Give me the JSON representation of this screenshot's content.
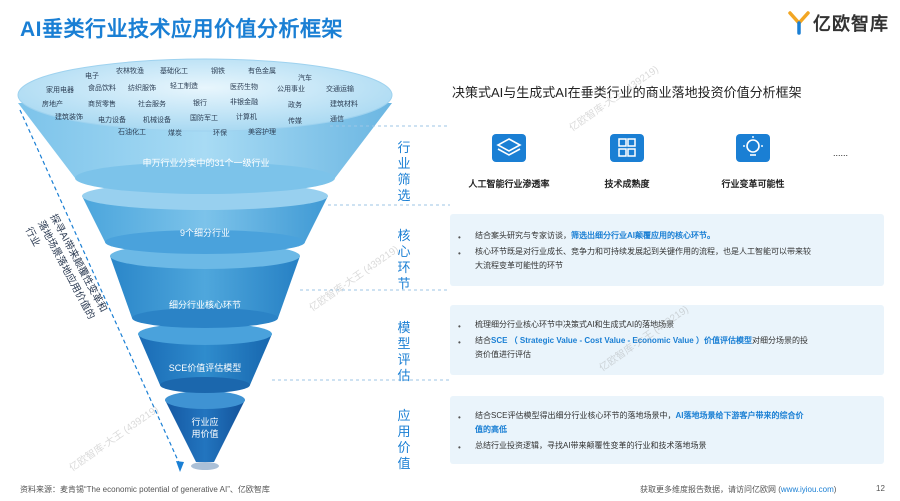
{
  "title": "AI垂类行业技术应用价值分析框架",
  "logo": {
    "text": "亿欧智库"
  },
  "industries": [
    "电子",
    "农林牧渔",
    "基础化工",
    "钢铁",
    "有色金属",
    "汽车",
    "家用电器",
    "食品饮料",
    "纺织服饰",
    "轻工制造",
    "医药生物",
    "公用事业",
    "交通运输",
    "房地产",
    "商贸零售",
    "社会服务",
    "银行",
    "非银金融",
    "政务",
    "建筑材料",
    "建筑装饰",
    "电力设备",
    "机械设备",
    "国防军工",
    "计算机",
    "传媒",
    "通信",
    "石油化工",
    "煤炭",
    "环保",
    "美容护理"
  ],
  "funnel": {
    "level1": "申万行业分类中的31个一级行业",
    "level2": "9个细分行业",
    "level3": "细分行业核心环节",
    "level4": "SCE价值评估模型",
    "level5_line1": "行业应",
    "level5_line2": "用价值"
  },
  "side_text": "探寻AI带来颠覆性变革和落地场景落地应用价值的行业",
  "section_title": "决策式AI与生成式AI在垂类行业的商业落地投资价值分析框架",
  "rows": {
    "screening": {
      "label": "行业筛选"
    },
    "core": {
      "label": "核心环节"
    },
    "model": {
      "label": "模型评估"
    },
    "value": {
      "label": "应用价值"
    }
  },
  "indicators": [
    {
      "label": "人工智能行业渗透率",
      "icon": "ai-penetration-icon"
    },
    {
      "label": "技术成熟度",
      "icon": "tech-maturity-icon"
    },
    {
      "label": "行业变革可能性",
      "icon": "light-bulb-icon"
    }
  ],
  "indicator_more": "......",
  "core_bullets": {
    "b1_pre": "结合案头研究与专家访谈，",
    "b1_hl": "筛选出细分行业AI颠覆应用的核心环节。",
    "b2_line1": "核心环节既是对行业成长、竞争力和可持续发展起到关键作用的流程，也是人工智能可以带来较",
    "b2_line2": "大流程变革可能性的环节"
  },
  "model_bullets": {
    "b1": "梳理细分行业核心环节中决策式AI和生成式AI的落地场景",
    "b2_pre": "结合",
    "b2_hl": "SCE （ Strategic Value - Cost Value - Economic Value ）价值评估模型",
    "b2_post": "对细分场景的投",
    "b2_line2": "资价值进行评估"
  },
  "value_bullets": {
    "b1_pre": "结合SCE评估模型得出细分行业核心环节的落地场景中，",
    "b1_hl": "AI落地场景给下游客户带来的综合价",
    "b1_hl2": "值的高低",
    "b2": "总结行业投资逻辑，寻找AI带来颠覆性变革的行业和技术落地场景"
  },
  "source": "资料来源：麦肯锡“The economic potential of generative AI”、亿欧智库",
  "footer_pre": "获取更多维度报告数据，请访问亿欧网 (",
  "footer_link": "www.iyiou.com",
  "footer_post": ")",
  "page_number": "12",
  "watermark": "亿欧智库-大王 (439219)",
  "colors": {
    "accent": "#1a7fd4",
    "box_bg": "#eaf4fb",
    "funnel_top": "#bfe3f7",
    "funnel_deep": "#1565b8"
  }
}
